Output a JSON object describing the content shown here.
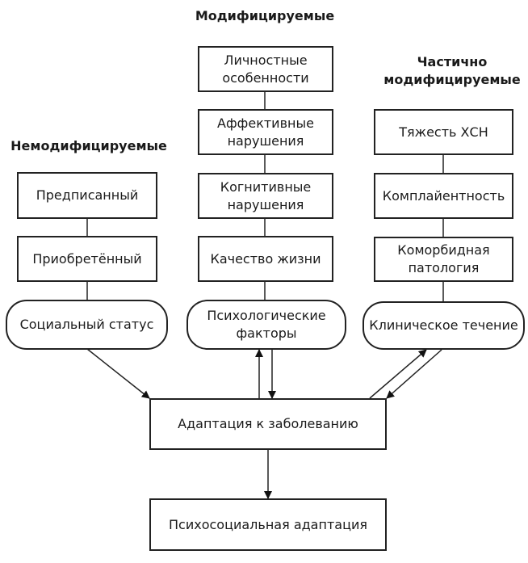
{
  "headers": {
    "modifiable": "Модифицируемые",
    "non_modifiable": "Немодифицируемые",
    "partially_modifiable": "Частично модифицируемые"
  },
  "left_column": {
    "boxes": [
      "Предписанный",
      "Приобретённый"
    ],
    "group": "Социальный статус"
  },
  "middle_column": {
    "boxes": [
      "Личностные особенности",
      "Аффективные нарушения",
      "Когнитивные нарушения",
      "Качество жизни"
    ],
    "group": "Психологические факторы"
  },
  "right_column": {
    "boxes": [
      "Тяжесть ХСН",
      "Комплайентность",
      "Коморбидная патология"
    ],
    "group": "Клиническое течение"
  },
  "center": {
    "adaptation": "Адаптация к заболеванию",
    "result": "Психосоциальная адаптация"
  }
}
